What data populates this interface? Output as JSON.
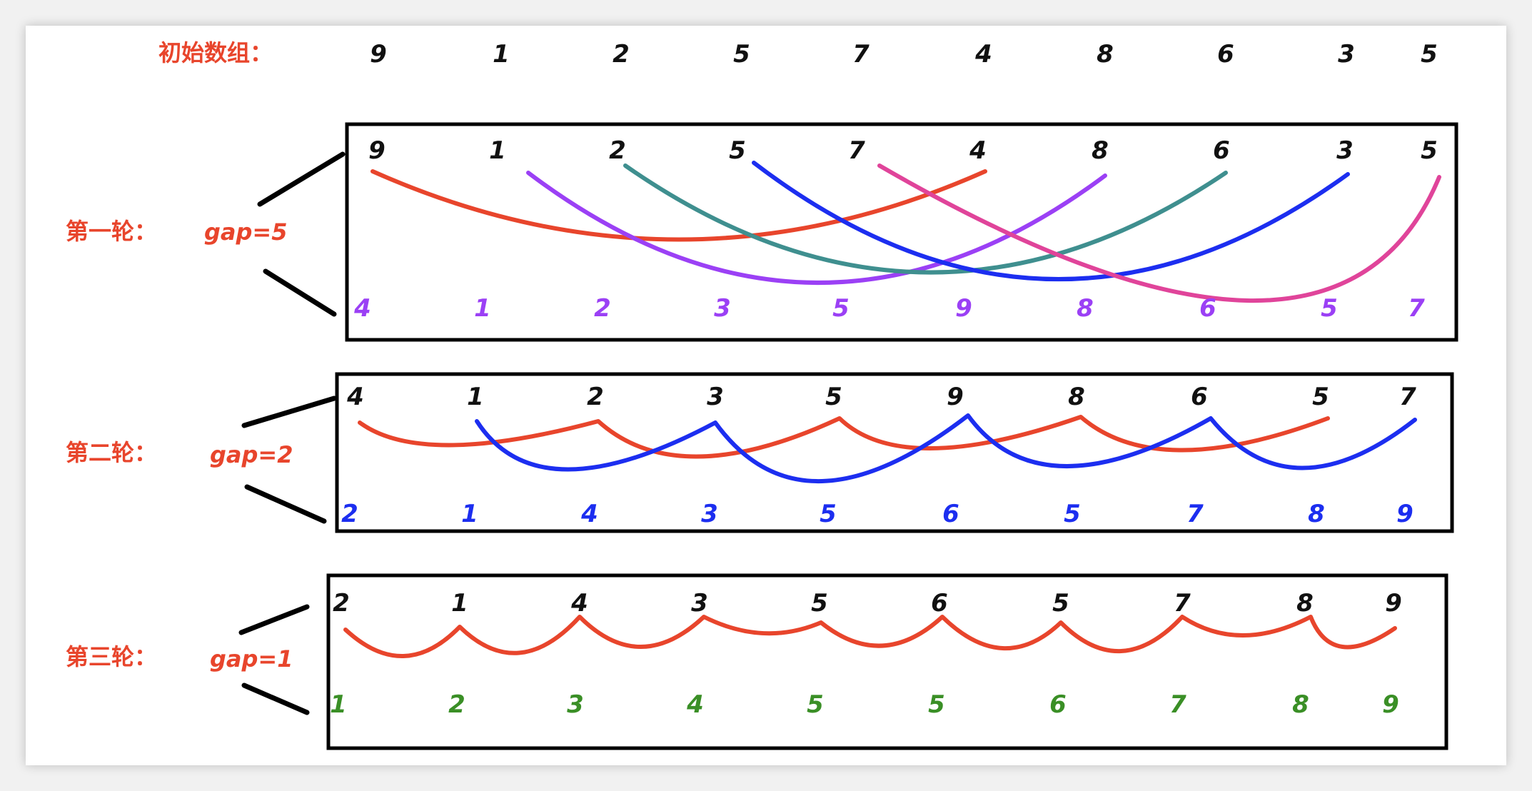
{
  "initial": {
    "label": "初始数组：",
    "values": [
      "9",
      "1",
      "2",
      "5",
      "7",
      "4",
      "8",
      "6",
      "3",
      "5"
    ]
  },
  "rounds": [
    {
      "label": "第一轮：",
      "gap_label": "gap=5",
      "top": [
        "9",
        "1",
        "2",
        "5",
        "7",
        "4",
        "8",
        "6",
        "3",
        "5"
      ],
      "bottom": [
        "4",
        "1",
        "2",
        "3",
        "5",
        "9",
        "8",
        "6",
        "5",
        "7"
      ],
      "bottom_color": "#9b40f5",
      "arc_colors": [
        "#e8452c",
        "#9b40f5",
        "#3f8f8f",
        "#1c2ef0",
        "#e0449a"
      ]
    },
    {
      "label": "第二轮：",
      "gap_label": "gap=2",
      "top": [
        "4",
        "1",
        "2",
        "3",
        "5",
        "9",
        "8",
        "6",
        "5",
        "7"
      ],
      "bottom": [
        "2",
        "1",
        "4",
        "3",
        "5",
        "6",
        "5",
        "7",
        "8",
        "9"
      ],
      "bottom_color": "#1c2ef0",
      "arc_colors": [
        "#e8452c",
        "#1c2ef0"
      ]
    },
    {
      "label": "第三轮：",
      "gap_label": "gap=1",
      "top": [
        "2",
        "1",
        "4",
        "3",
        "5",
        "6",
        "5",
        "7",
        "8",
        "9"
      ],
      "bottom": [
        "1",
        "2",
        "3",
        "4",
        "5",
        "5",
        "6",
        "7",
        "8",
        "9"
      ],
      "bottom_color": "#3a8f26",
      "arc_colors": [
        "#e8452c"
      ]
    }
  ]
}
